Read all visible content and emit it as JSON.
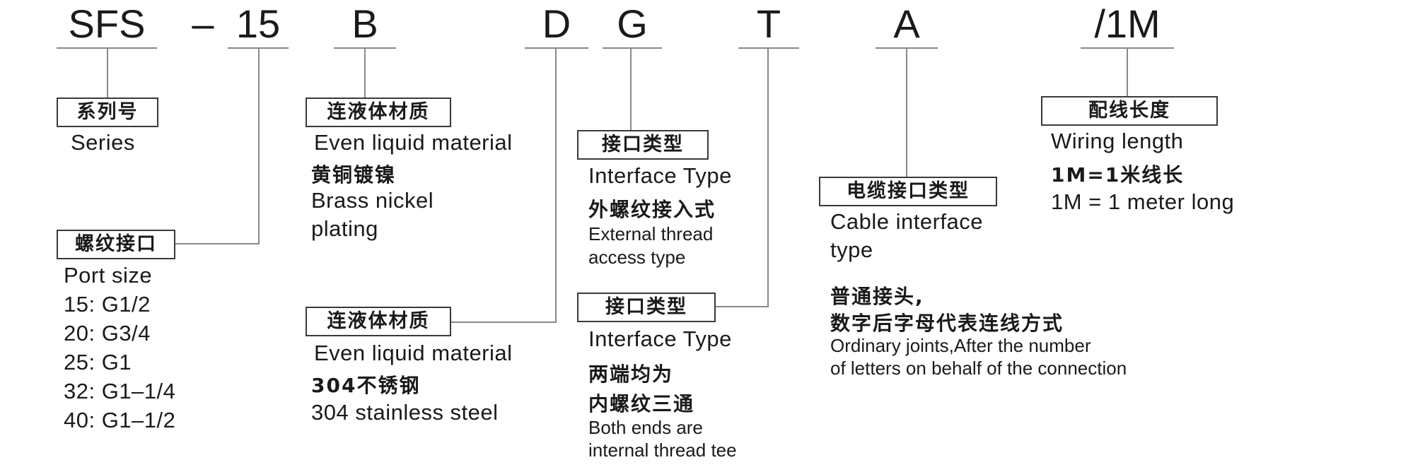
{
  "code_parts": [
    "SFS",
    "–",
    "15",
    "B",
    "D",
    "G",
    "T",
    "A",
    "/1M"
  ],
  "series": {
    "zh": "系列号",
    "en": "Series"
  },
  "port": {
    "zh": "螺纹接口",
    "en": "Port size",
    "items": [
      "15: G1/2",
      "20: G3/4",
      "25: G1",
      "32: G1–1/4",
      "40: G1–1/2"
    ]
  },
  "material_b": {
    "zh": "连液体材质",
    "en": "Even liquid material",
    "value_zh": "黄铜镀镍",
    "value_en_1": "Brass nickel",
    "value_en_2": "plating"
  },
  "material_d": {
    "zh": "连液体材质",
    "en": "Even liquid material",
    "value_zh": "304不锈钢",
    "value_en": "304 stainless steel"
  },
  "interface_g": {
    "zh": "接口类型",
    "en": "Interface Type",
    "value_zh": "外螺纹接入式",
    "value_en_1": "External thread",
    "value_en_2": "access type"
  },
  "interface_t": {
    "zh": "接口类型",
    "en": "Interface Type",
    "value_zh_1": "两端均为",
    "value_zh_2": "内螺纹三通",
    "value_en_1": "Both ends are",
    "value_en_2": "internal thread tee"
  },
  "cable": {
    "zh": "电缆接口类型",
    "en_1": "Cable interface",
    "en_2": "type",
    "value_zh_1": "普通接头,",
    "value_zh_2": "数字后字母代表连线方式",
    "value_en_1": "Ordinary joints,After the number",
    "value_en_2": "of letters on behalf of the connection"
  },
  "wiring": {
    "zh": "配线长度",
    "en": "Wiring length",
    "value_1": "1M=1米线长",
    "value_2": "1M = 1 meter long"
  },
  "colors": {
    "line": "#888888",
    "text": "#1a1a1a",
    "box_border": "#3a3a3a"
  }
}
